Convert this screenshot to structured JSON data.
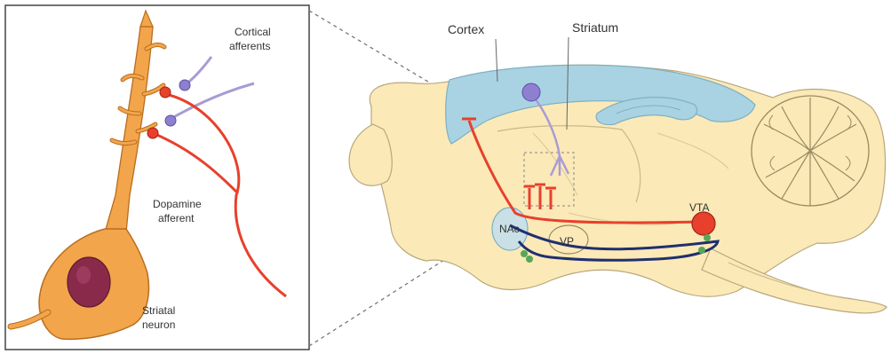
{
  "inset": {
    "labels": {
      "cortical_afferents_1": "Cortical",
      "cortical_afferents_2": "afferents",
      "dopamine_afferent_1": "Dopamine",
      "dopamine_afferent_2": "afferent",
      "striatal_neuron_1": "Striatal",
      "striatal_neuron_2": "neuron"
    }
  },
  "brain": {
    "labels": {
      "cortex": "Cortex",
      "striatum": "Striatum",
      "nac": "NAc",
      "vp": "VP",
      "vta": "VTA"
    }
  },
  "colors": {
    "cortex": "#a9d3e2",
    "brain_fill": "#fbe9b7",
    "dopamine": "#e8402c",
    "cortical_afferent": "#a99bd6",
    "gaba_pathway": "#1f2f6e",
    "neuron": "#f0a040",
    "nucleus": "#8a2a4a",
    "green_terminal": "#5aa55a"
  }
}
